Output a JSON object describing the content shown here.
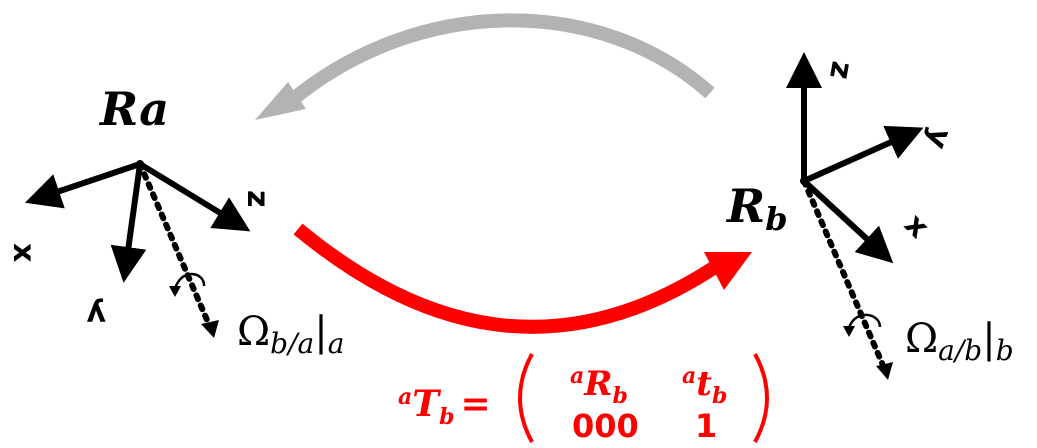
{
  "frames": {
    "a": {
      "label": "Ra",
      "axes": {
        "x": "x",
        "y": "y",
        "z": "z"
      }
    },
    "b": {
      "label": "R",
      "sub": "b",
      "axes": {
        "x": "x",
        "y": "y",
        "z": "z"
      }
    }
  },
  "omega_a": {
    "symbol": "Ω",
    "sub": "b/a",
    "bar": "|",
    "frame": "a"
  },
  "omega_b": {
    "symbol": "Ω",
    "sub": "a/b",
    "bar": "|",
    "frame": "b"
  },
  "formula": {
    "pre": "a",
    "main": "T",
    "sub": "b",
    "eq": "=",
    "r_pre": "a",
    "r_main": "R",
    "r_sub": "b",
    "t_pre": "a",
    "t_main": "t",
    "t_sub": "b",
    "zeros": "000",
    "one": "1"
  },
  "colors": {
    "gray_arrow": "#b3b3b3",
    "red_arrow": "#ff0000",
    "ink": "#000000"
  }
}
